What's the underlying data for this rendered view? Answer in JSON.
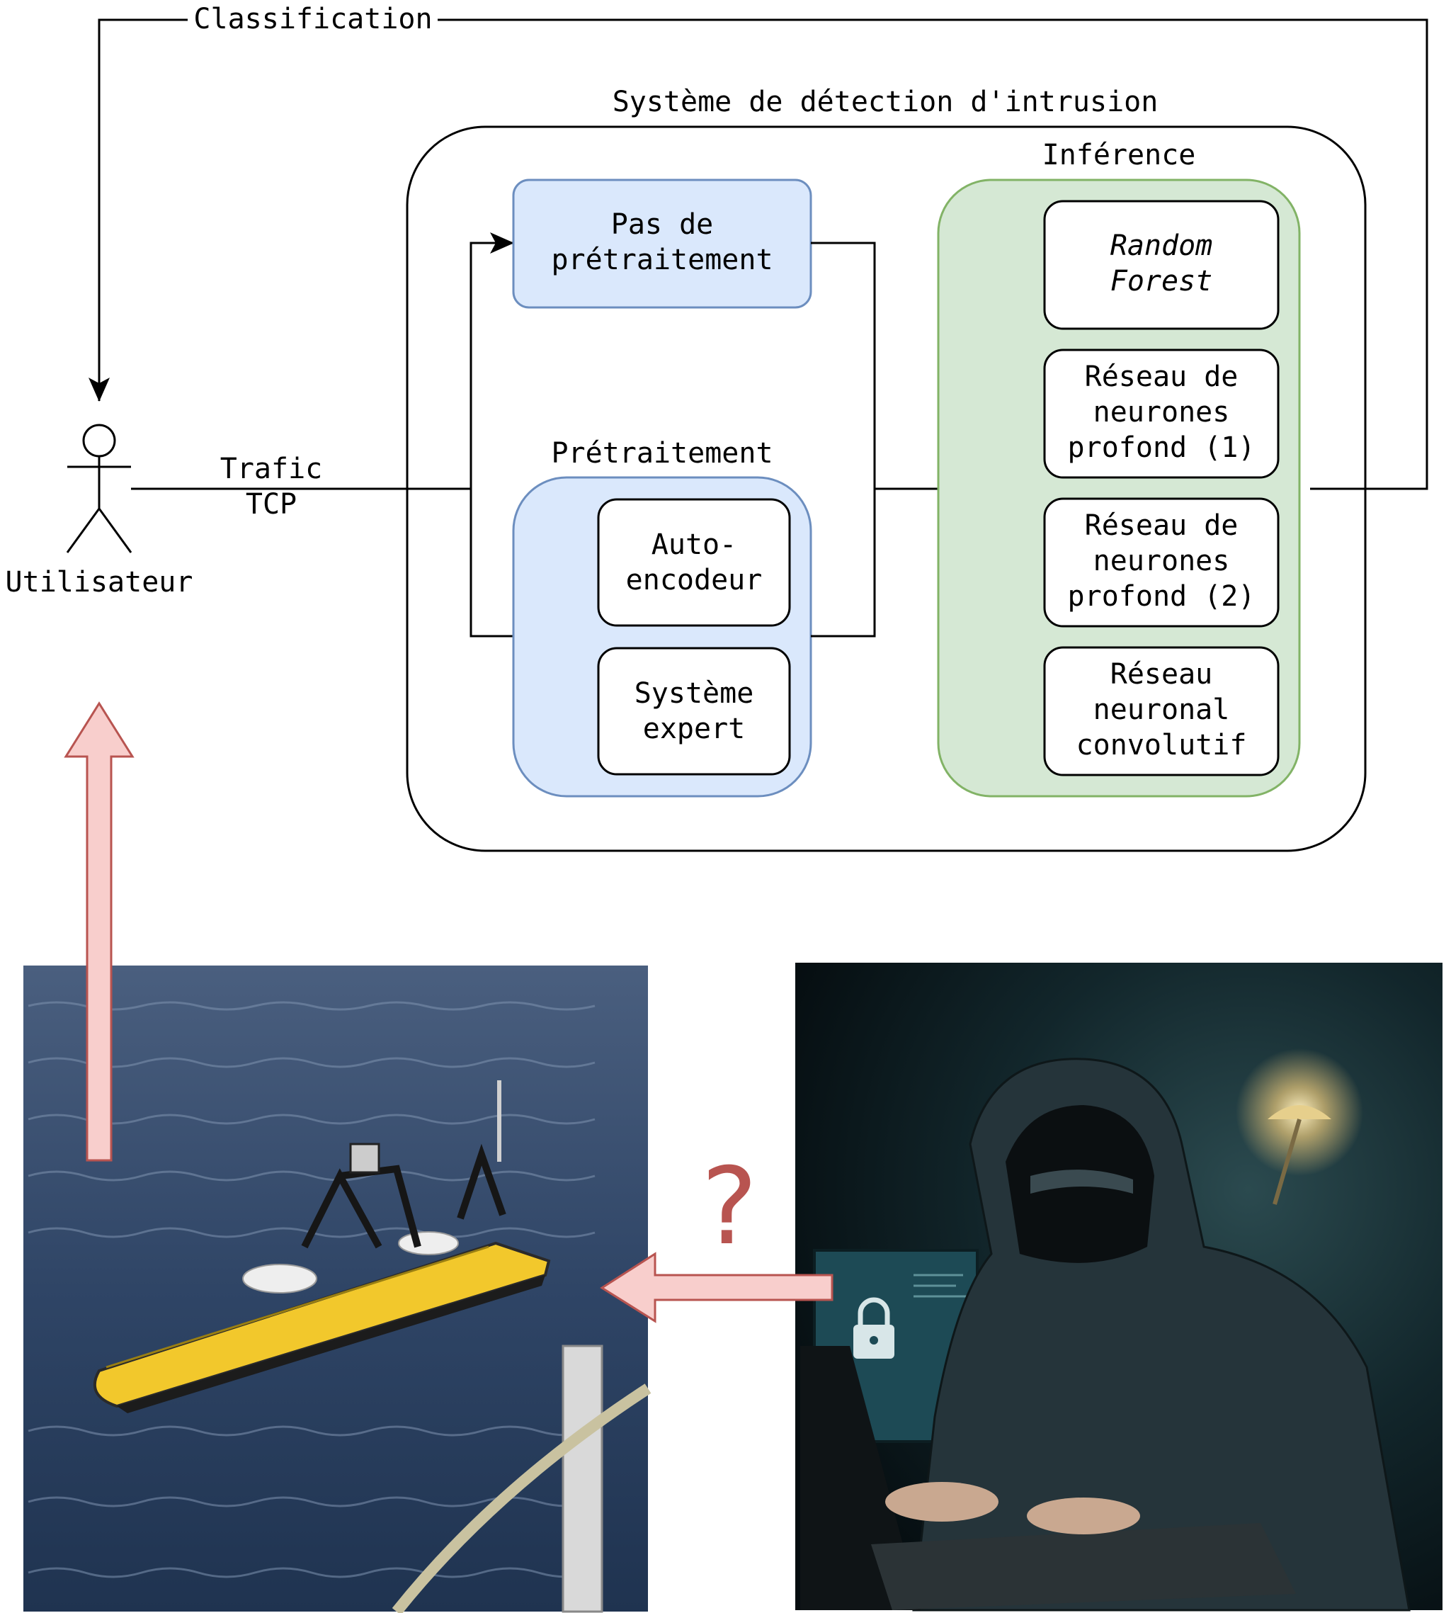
{
  "labels": {
    "classification": "Classification",
    "ids_title": "Système de détection d'intrusion",
    "inference_title": "Inférence",
    "preprocessing_title": "Prétraitement",
    "user": "Utilisateur",
    "traffic_line1": "Trafic",
    "traffic_line2": "TCP",
    "question_mark": "?"
  },
  "boxes": {
    "no_preprocessing": [
      "Pas de",
      "prétraitement"
    ],
    "autoencoder": [
      "Auto-",
      "encodeur"
    ],
    "expert_system": [
      "Système",
      "expert"
    ],
    "random_forest": [
      "Random",
      "Forest"
    ],
    "dnn1": [
      "Réseau de",
      "neurones",
      "profond (1)"
    ],
    "dnn2": [
      "Réseau de",
      "neurones",
      "profond (2)"
    ],
    "cnn": [
      "Réseau",
      "neuronal",
      "convolutif"
    ]
  },
  "colors": {
    "preprocessing_fill": "#dae8fc",
    "preprocessing_stroke": "#6c8ebf",
    "inference_fill": "#d5e8d4",
    "inference_stroke": "#82b366",
    "arrow_fill": "#f8cecc",
    "arrow_stroke": "#b85450"
  }
}
